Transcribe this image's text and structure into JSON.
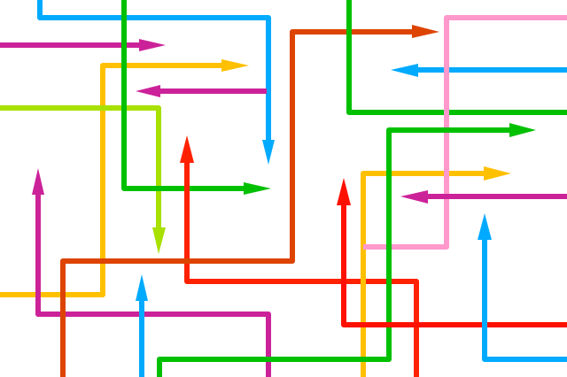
{
  "illustration": {
    "subject": "arrows",
    "arrows": [
      {
        "id": "blue-top",
        "color": "#00AAFF",
        "direction": "down"
      },
      {
        "id": "magenta-top",
        "color": "#CC2299",
        "direction": "right"
      },
      {
        "id": "green-vertical-left",
        "color": "#00C000",
        "direction": "right"
      },
      {
        "id": "yellow-left",
        "color": "#FFC000",
        "direction": "right"
      },
      {
        "id": "magenta-mid",
        "color": "#CC2299",
        "direction": "left"
      },
      {
        "id": "lime",
        "color": "#A8E000",
        "direction": "down"
      },
      {
        "id": "red-mid",
        "color": "#FF2200",
        "direction": "up"
      },
      {
        "id": "orange",
        "color": "#DD4400",
        "direction": "right"
      },
      {
        "id": "green-top-right",
        "color": "#00C000",
        "direction": "none"
      },
      {
        "id": "pink",
        "color": "#FF99CC",
        "direction": "none"
      },
      {
        "id": "blue-right",
        "color": "#00AAFF",
        "direction": "left"
      },
      {
        "id": "green-right",
        "color": "#00C000",
        "direction": "right"
      },
      {
        "id": "yellow-right",
        "color": "#FFC000",
        "direction": "right"
      },
      {
        "id": "magenta-right",
        "color": "#CC2299",
        "direction": "left"
      },
      {
        "id": "magenta-left",
        "color": "#CC2299",
        "direction": "up"
      },
      {
        "id": "blue-bottom",
        "color": "#00AAFF",
        "direction": "up"
      },
      {
        "id": "red-right",
        "color": "#FF1100",
        "direction": "up"
      },
      {
        "id": "blue-bottom-right",
        "color": "#00AAFF",
        "direction": "up"
      },
      {
        "id": "red-bottom",
        "color": "#FF2200",
        "direction": "none"
      },
      {
        "id": "green-bottom",
        "color": "#00C000",
        "direction": "none"
      }
    ]
  }
}
